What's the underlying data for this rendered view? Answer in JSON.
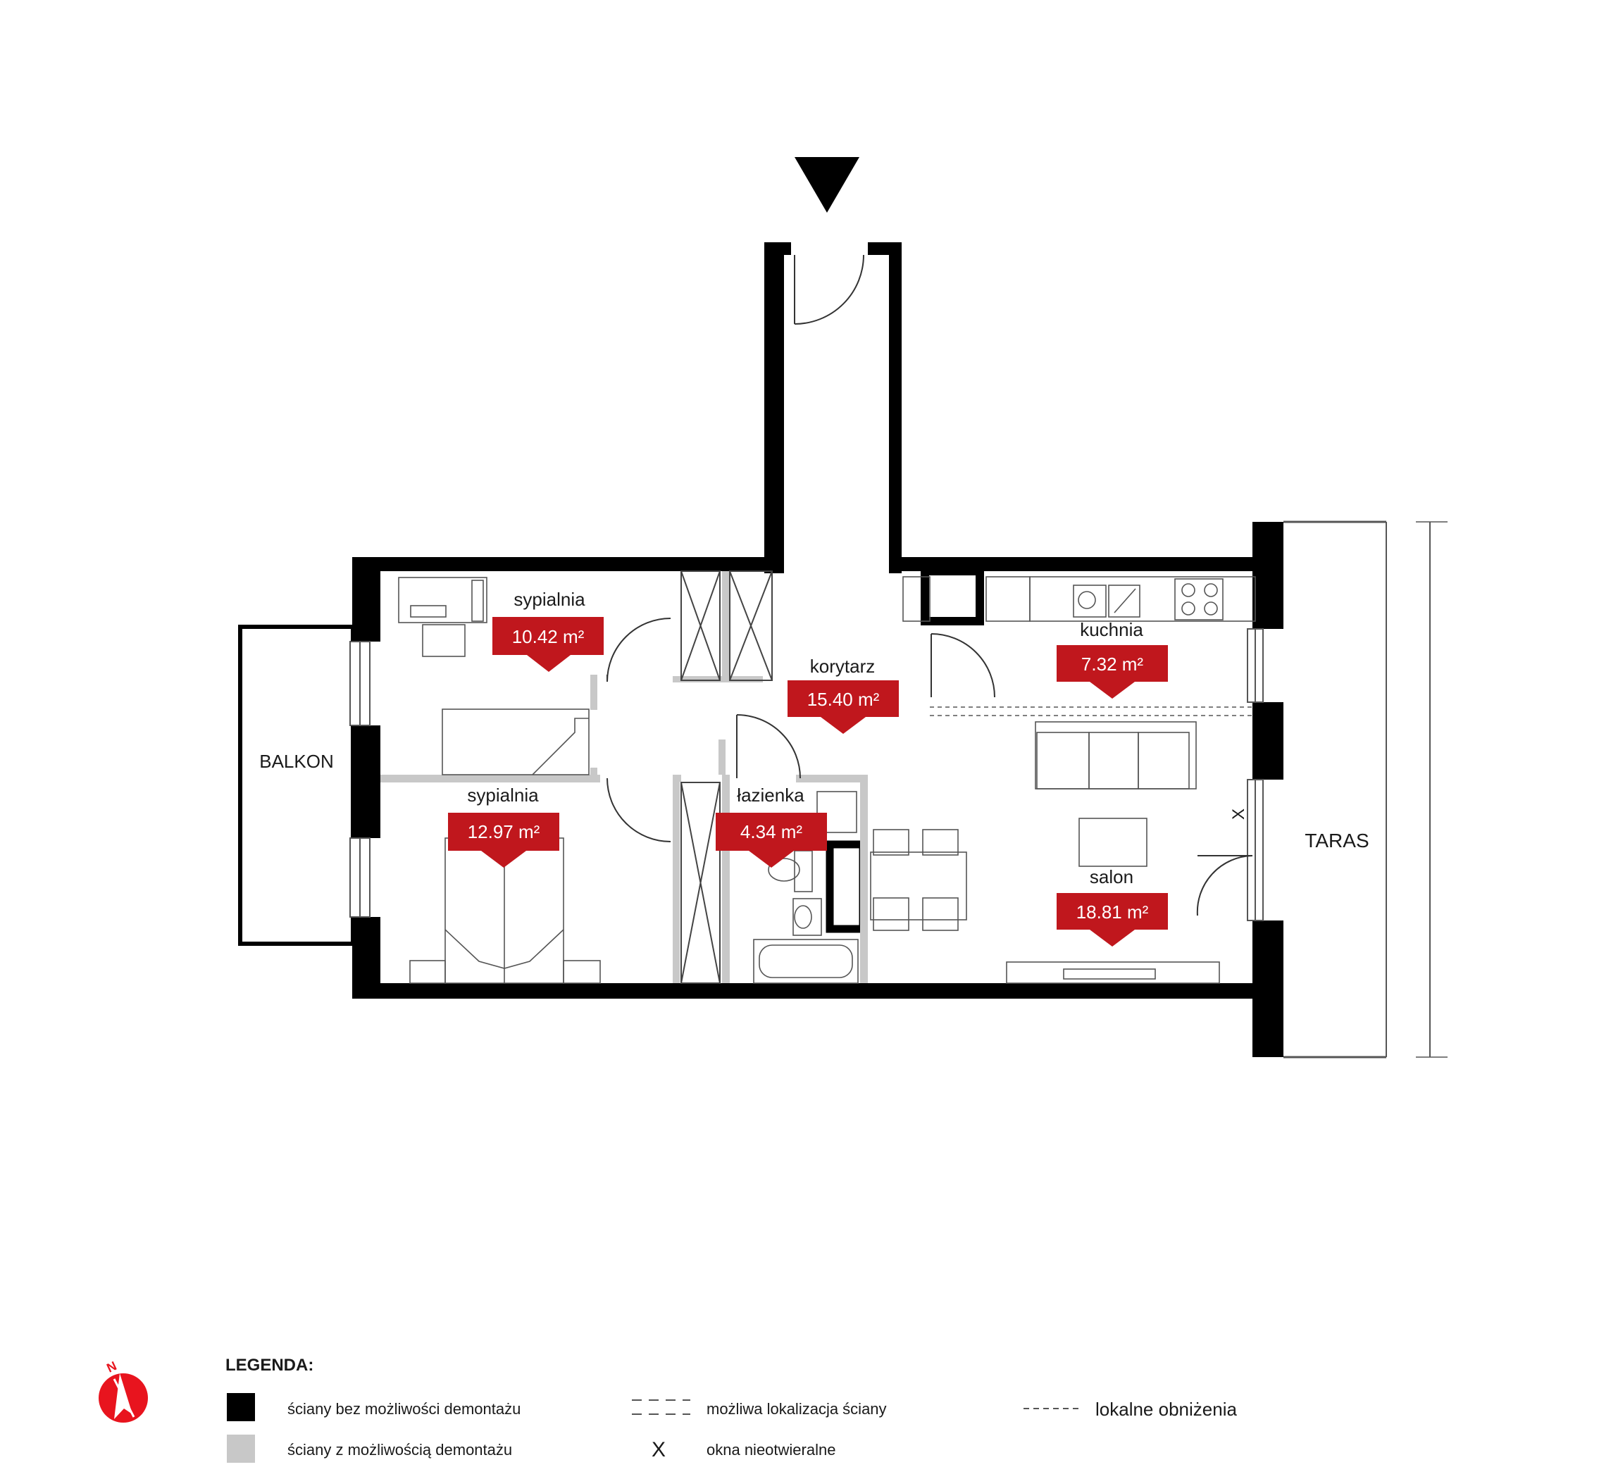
{
  "rooms": {
    "sypialnia_1": {
      "name": "sypialnia",
      "area": "10.42 m²"
    },
    "sypialnia_2": {
      "name": "sypialnia",
      "area": "12.97 m²"
    },
    "korytarz": {
      "name": "korytarz",
      "area": "15.40 m²"
    },
    "lazienka": {
      "name": "łazienka",
      "area": "4.34 m²"
    },
    "kuchnia": {
      "name": "kuchnia",
      "area": "7.32 m²"
    },
    "salon": {
      "name": "salon",
      "area": "18.81 m²"
    }
  },
  "outdoor": {
    "balkon": "BALKON",
    "taras": "TARAS"
  },
  "fixed_window_mark": "X",
  "compass": {
    "north": "N"
  },
  "legend": {
    "title": "LEGENDA:",
    "items": [
      "ściany bez możliwości demontażu",
      "ściany z możliwością demontażu",
      "możliwa lokalizacja ściany",
      "okna nieotwieralne",
      "lokalne obniżenia"
    ],
    "x_symbol": "X"
  },
  "colors": {
    "wall": "#000000",
    "removable_wall": "#c8c8c8",
    "label_bg": "#c0171d",
    "compass": "#e8141e"
  }
}
